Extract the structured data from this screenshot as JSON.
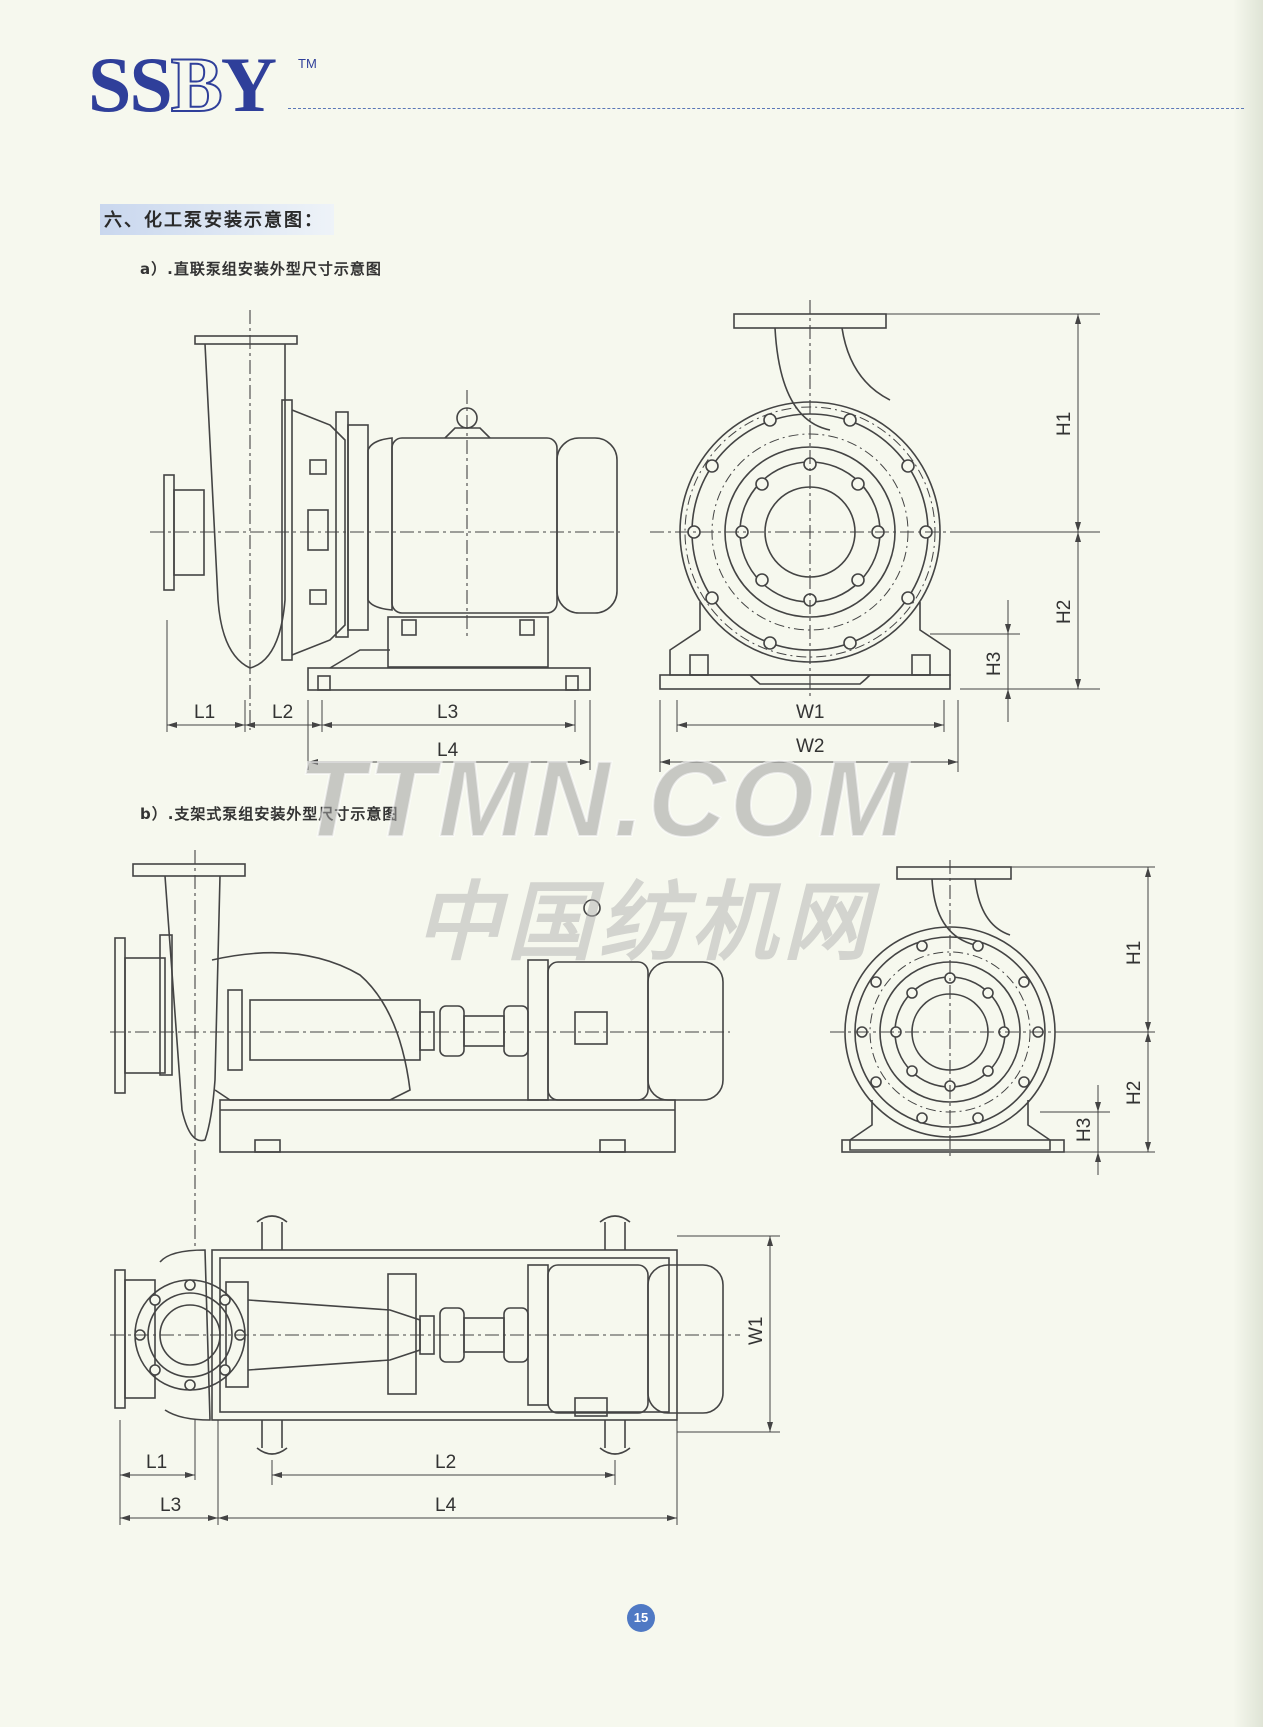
{
  "brand": {
    "logo_s1": "SS",
    "logo_b": "B",
    "logo_y": "Y",
    "tm": "TM"
  },
  "section": {
    "title": "六、化工泵安装示意图：",
    "sub_a": "a）.直联泵组安装外型尺寸示意图",
    "sub_b": "b）.支架式泵组安装外型尺寸示意图"
  },
  "dims_a": {
    "L1": "L1",
    "L2": "L2",
    "L3": "L3",
    "L4": "L4",
    "W1": "W1",
    "W2": "W2",
    "H1": "H1",
    "H2": "H2",
    "H3": "H3"
  },
  "dims_b": {
    "L1": "L1",
    "L2": "L2",
    "L3": "L3",
    "L4": "L4",
    "W1": "W1",
    "H1": "H1",
    "H2": "H2",
    "H3": "H3"
  },
  "watermark": {
    "en": "TTMN.COM",
    "cn": "中国纺机网"
  },
  "page_number": "15",
  "colors": {
    "brand": "#2f3f9a",
    "line": "#444444",
    "page_badge": "#4f79c4"
  }
}
